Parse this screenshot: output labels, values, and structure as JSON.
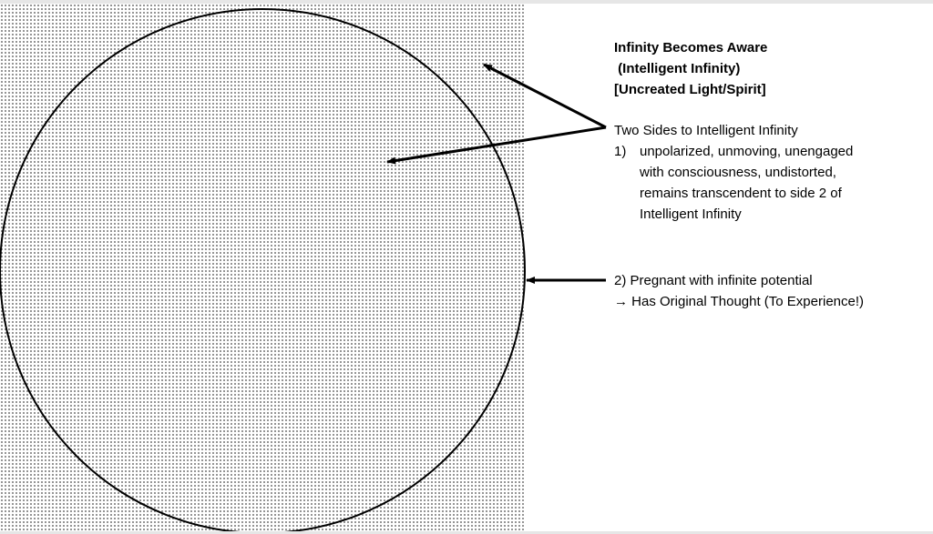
{
  "title": {
    "line1": "Infinity Becomes Aware",
    "line2": " (Intelligent Infinity)",
    "line3": "[Uncreated Light/Spirit]"
  },
  "sides": {
    "heading": "Two Sides to Intelligent Infinity",
    "item1_number": "1)",
    "item1_lines": [
      "unpolarized, unmoving, unengaged",
      "with consciousness, undistorted,",
      "remains transcendent to side 2 of",
      "Intelligent Infinity"
    ],
    "item2_line1": "2) Pregnant with infinite potential",
    "item2_line2": "→ Has Original Thought (To Experience!)"
  }
}
